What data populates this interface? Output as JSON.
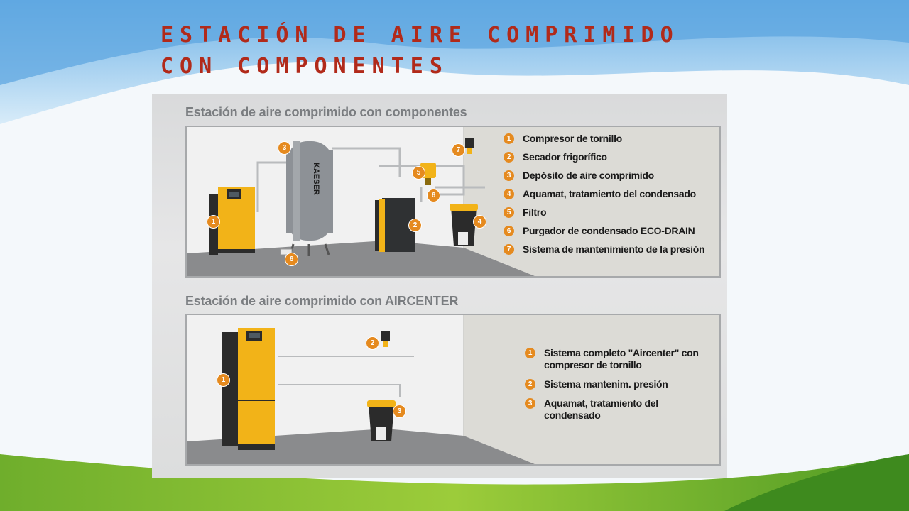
{
  "slide": {
    "title_line1": "ESTACIÓN DE AIRE COMPRIMIDO",
    "title_line2": "CON COMPONENTES",
    "colors": {
      "title": "#b12a1a",
      "badge": "#e58a1f",
      "machine_yellow": "#f2b318",
      "floor": "#8a8b8d"
    }
  },
  "figure": {
    "panel1": {
      "title": "Estación de aire comprimido con componentes",
      "tank_brand": "KAESER",
      "legend": [
        {
          "n": "1",
          "label": "Compresor de tornillo"
        },
        {
          "n": "2",
          "label": "Secador frigorífico"
        },
        {
          "n": "3",
          "label": "Depósito de aire comprimido"
        },
        {
          "n": "4",
          "label": "Aquamat, tratamiento del condensado"
        },
        {
          "n": "5",
          "label": "Filtro"
        },
        {
          "n": "6",
          "label": "Purgador de condensado ECO-DRAIN"
        },
        {
          "n": "7",
          "label": "Sistema de mantenimiento de la presión"
        }
      ],
      "callouts": [
        "1",
        "2",
        "3",
        "4",
        "5",
        "6",
        "6",
        "7"
      ]
    },
    "panel2": {
      "title": "Estación de aire comprimido con AIRCENTER",
      "legend": [
        {
          "n": "1",
          "label": "Sistema completo \"Aircenter\" con compresor de tornillo"
        },
        {
          "n": "2",
          "label": "Sistema mantenim. presión"
        },
        {
          "n": "3",
          "label": "Aquamat, tratamiento del condensado"
        }
      ],
      "callouts": [
        "1",
        "2",
        "3"
      ]
    }
  }
}
